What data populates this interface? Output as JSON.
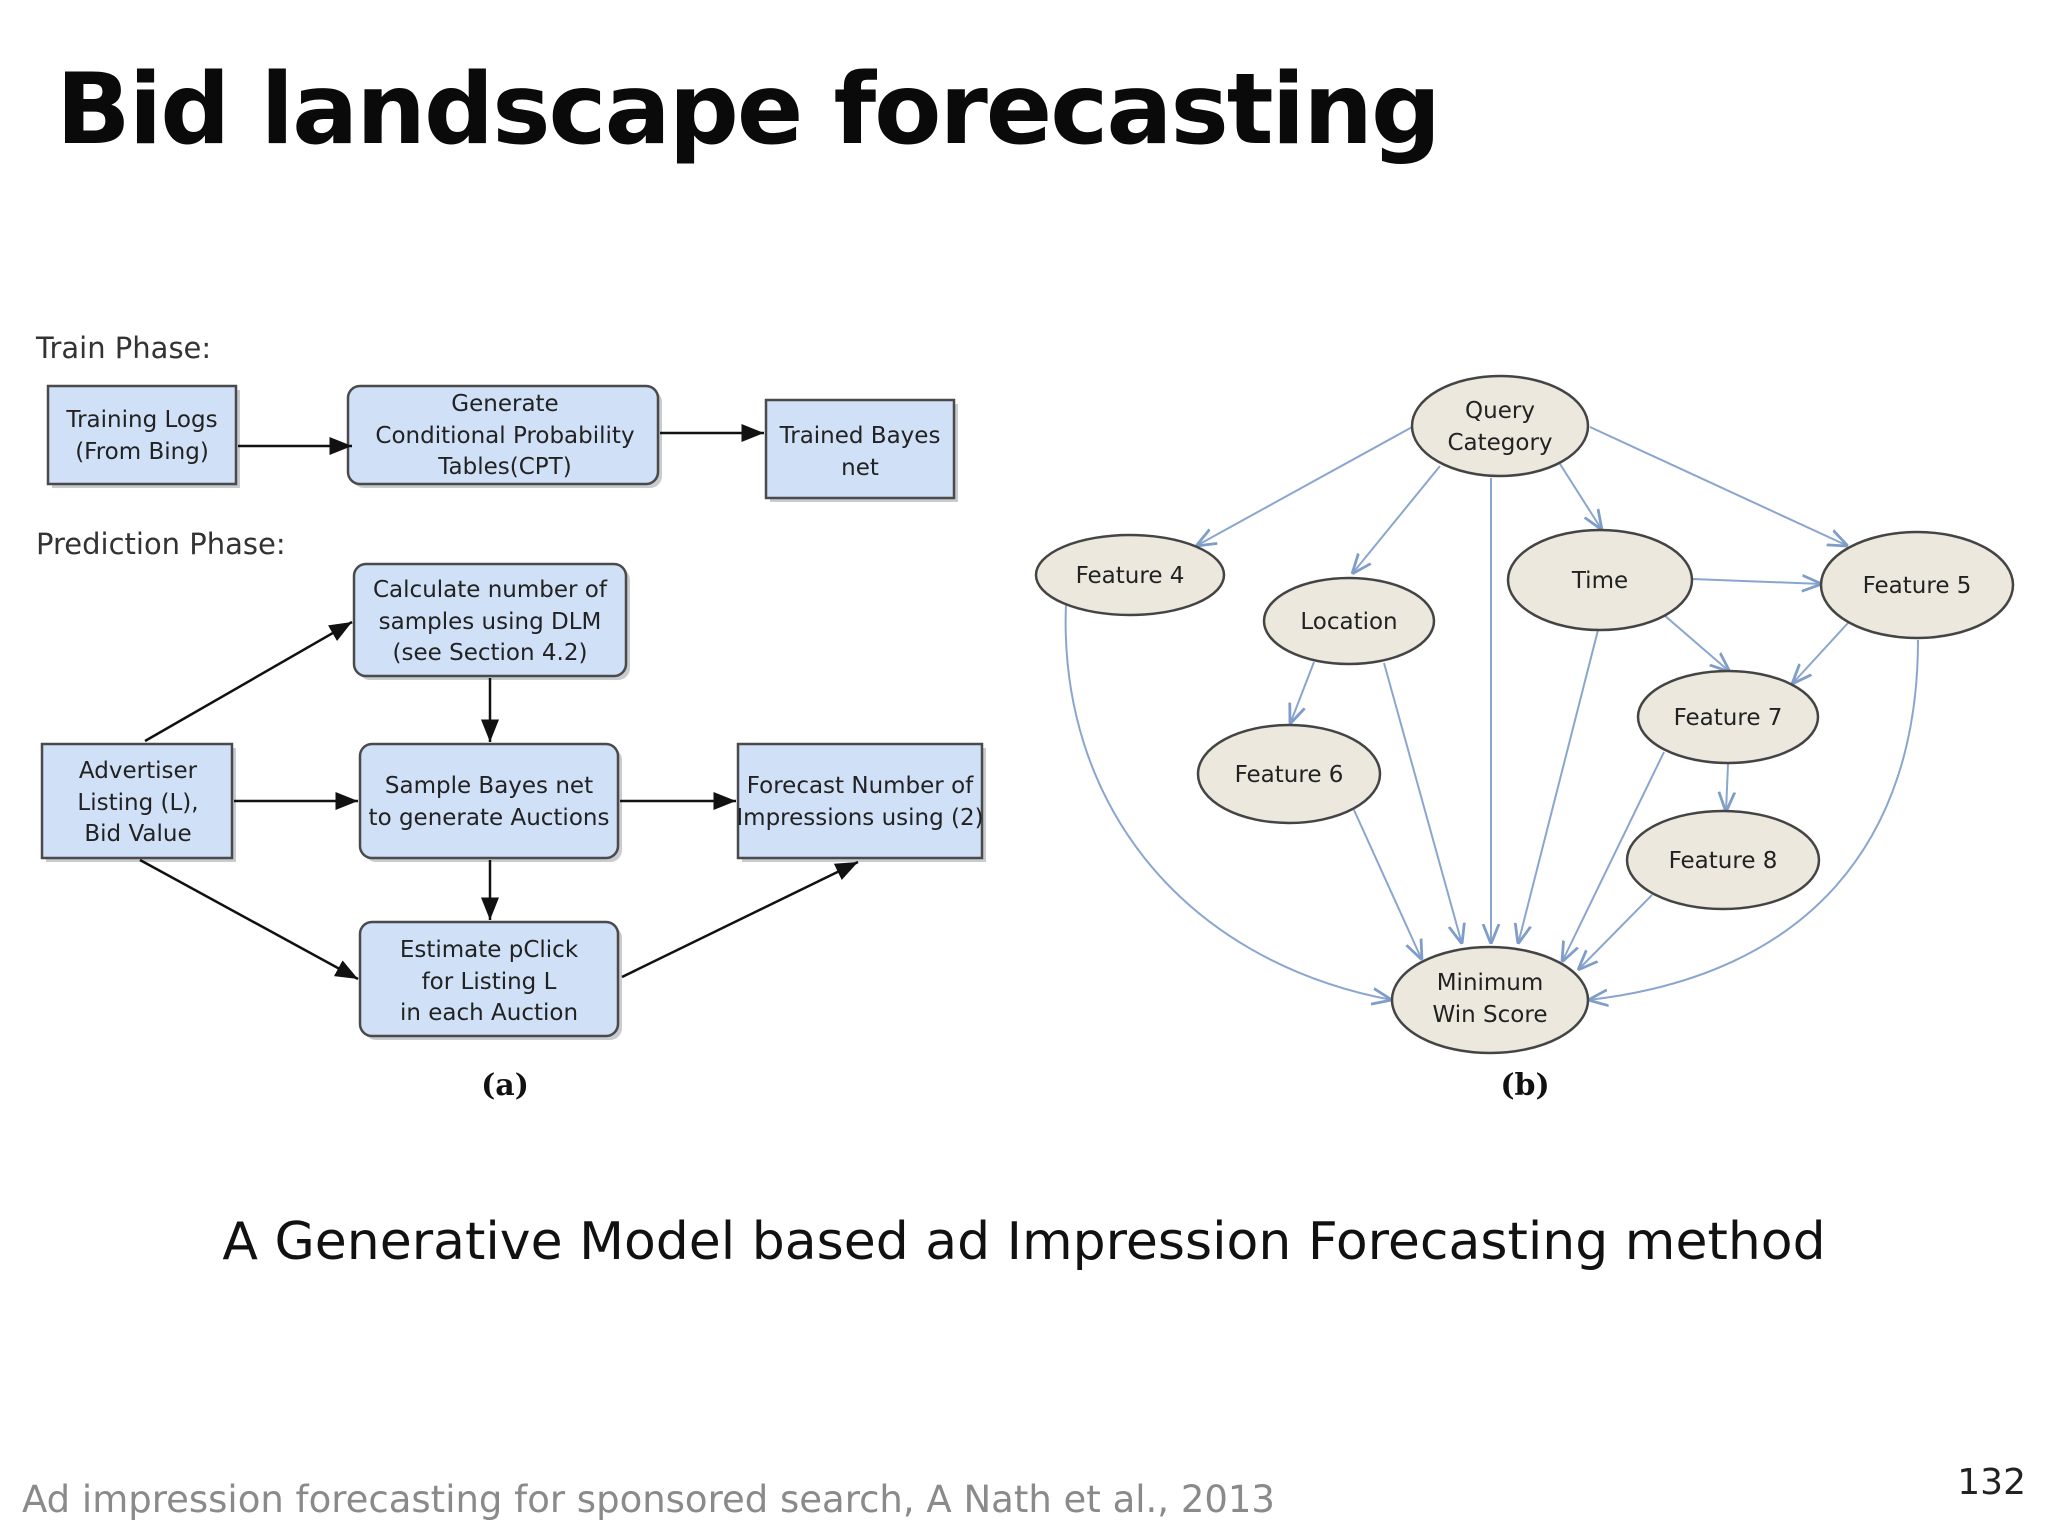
{
  "slide": {
    "title": "Bid landscape forecasting",
    "subtitle": "A Generative Model based ad Impression Forecasting method",
    "citation": "Ad impression forecasting for sponsored search, A Nath et al., 2013",
    "page_number": "132"
  },
  "figure_a": {
    "caption": "(a)",
    "train_phase_label": "Train Phase:",
    "prediction_phase_label": "Prediction Phase:",
    "boxes": {
      "training_logs": [
        "Training Logs",
        "(From Bing)"
      ],
      "generate_cpt": [
        "Generate",
        "Conditional Probability",
        "Tables(CPT)"
      ],
      "trained_bayes": [
        "Trained Bayes",
        "net"
      ],
      "calc_samples": [
        "Calculate number of",
        "samples using DLM",
        "(see Section 4.2)"
      ],
      "advertiser": [
        "Advertiser",
        "Listing (L),",
        "Bid Value"
      ],
      "sample_bayes": [
        "Sample Bayes net",
        "to generate Auctions"
      ],
      "forecast": [
        "Forecast Number of",
        "Impressions using (2)"
      ],
      "estimate": [
        "Estimate pClick",
        "for Listing L",
        "in each Auction"
      ]
    }
  },
  "figure_b": {
    "caption": "(b)",
    "nodes": {
      "query_category": [
        "Query",
        "Category"
      ],
      "feature4": [
        "Feature 4"
      ],
      "location": [
        "Location"
      ],
      "time": [
        "Time"
      ],
      "feature5": [
        "Feature 5"
      ],
      "feature7": [
        "Feature 7"
      ],
      "feature6": [
        "Feature 6"
      ],
      "feature8": [
        "Feature 8"
      ],
      "min_win_score": [
        "Minimum",
        "Win Score"
      ]
    }
  }
}
